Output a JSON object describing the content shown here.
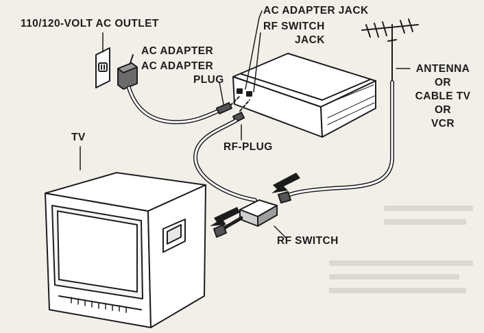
{
  "labels": {
    "outlet": "110/120-VOLT AC OUTLET",
    "ac_adapter_jack": "AC ADAPTER JACK",
    "rf_switch_jack_line1": "RF SWITCH",
    "rf_switch_jack_line2": "JACK",
    "ac_adapter": "AC ADAPTER",
    "ac_adapter_plug_line1": "AC ADAPTER",
    "ac_adapter_plug_line2": "PLUG",
    "antenna_line1": "ANTENNA",
    "antenna_line2": "OR",
    "antenna_line3": "CABLE TV",
    "antenna_line4": "OR",
    "antenna_line5": "VCR",
    "tv": "TV",
    "rf_plug": "RF-PLUG",
    "rf_switch": "RF SWITCH"
  },
  "colors": {
    "ink": "#1c1c1c",
    "paper": "#f2efe9",
    "cable": "#ffffff"
  }
}
